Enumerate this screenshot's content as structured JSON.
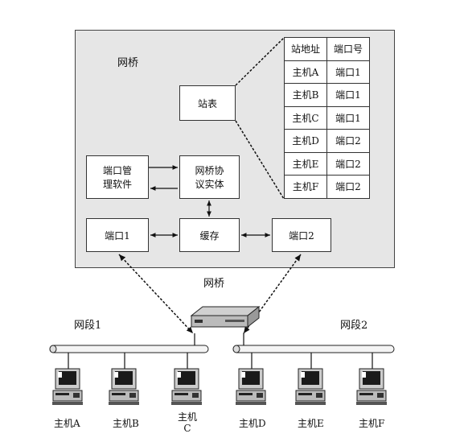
{
  "bridge_box": {
    "title": "网桥",
    "station_table_box": "站表",
    "port_mgmt": "端口管\n理软件",
    "protocol_entity": "网桥协\n议实体",
    "port1": "端口1",
    "buffer": "缓存",
    "port2": "端口2"
  },
  "station_table": {
    "headers": [
      "站地址",
      "端口号"
    ],
    "rows": [
      [
        "主机A",
        "端口1"
      ],
      [
        "主机B",
        "端口1"
      ],
      [
        "主机C",
        "端口1"
      ],
      [
        "主机D",
        "端口2"
      ],
      [
        "主机E",
        "端口2"
      ],
      [
        "主机F",
        "端口2"
      ]
    ]
  },
  "network": {
    "bridge_label": "网桥",
    "segment1": "网段1",
    "segment2": "网段2",
    "hosts": [
      "主机A",
      "主机B",
      "主机\nC",
      "主机D",
      "主机E",
      "主机F"
    ]
  },
  "colors": {
    "panel": "#e6e6e6",
    "line": "#111111"
  }
}
